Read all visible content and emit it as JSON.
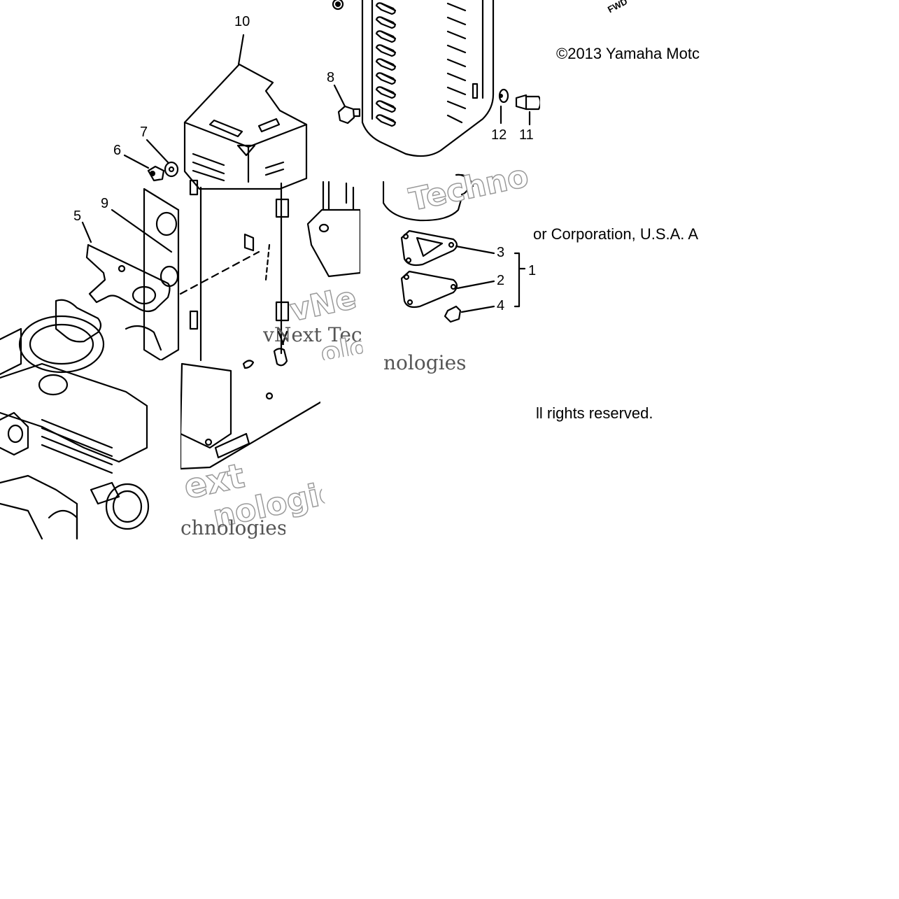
{
  "diagram": {
    "callouts": [
      {
        "id": "10",
        "label": "10"
      },
      {
        "id": "8",
        "label": "8"
      },
      {
        "id": "7",
        "label": "7"
      },
      {
        "id": "6",
        "label": "6"
      },
      {
        "id": "9",
        "label": "9"
      },
      {
        "id": "5",
        "label": "5"
      },
      {
        "id": "12",
        "label": "12"
      },
      {
        "id": "11",
        "label": "11"
      },
      {
        "id": "3",
        "label": "3"
      },
      {
        "id": "2",
        "label": "2"
      },
      {
        "id": "4",
        "label": "4"
      },
      {
        "id": "1",
        "label": "1"
      }
    ],
    "fwd_label": "FWD",
    "copyright_fragments": [
      "©2013 Yamaha Motc",
      "or Corporation, U.S.A. A",
      "ll rights reserved."
    ],
    "watermarks": {
      "serif_1": "vNext Tec",
      "serif_2": "chnologies",
      "outline_1": "Techno",
      "outline_2": "ext",
      "outline_3": "ologies",
      "outline_4": "vNe",
      "outline_5": "nologies",
      "serif_3": "nologies"
    }
  }
}
